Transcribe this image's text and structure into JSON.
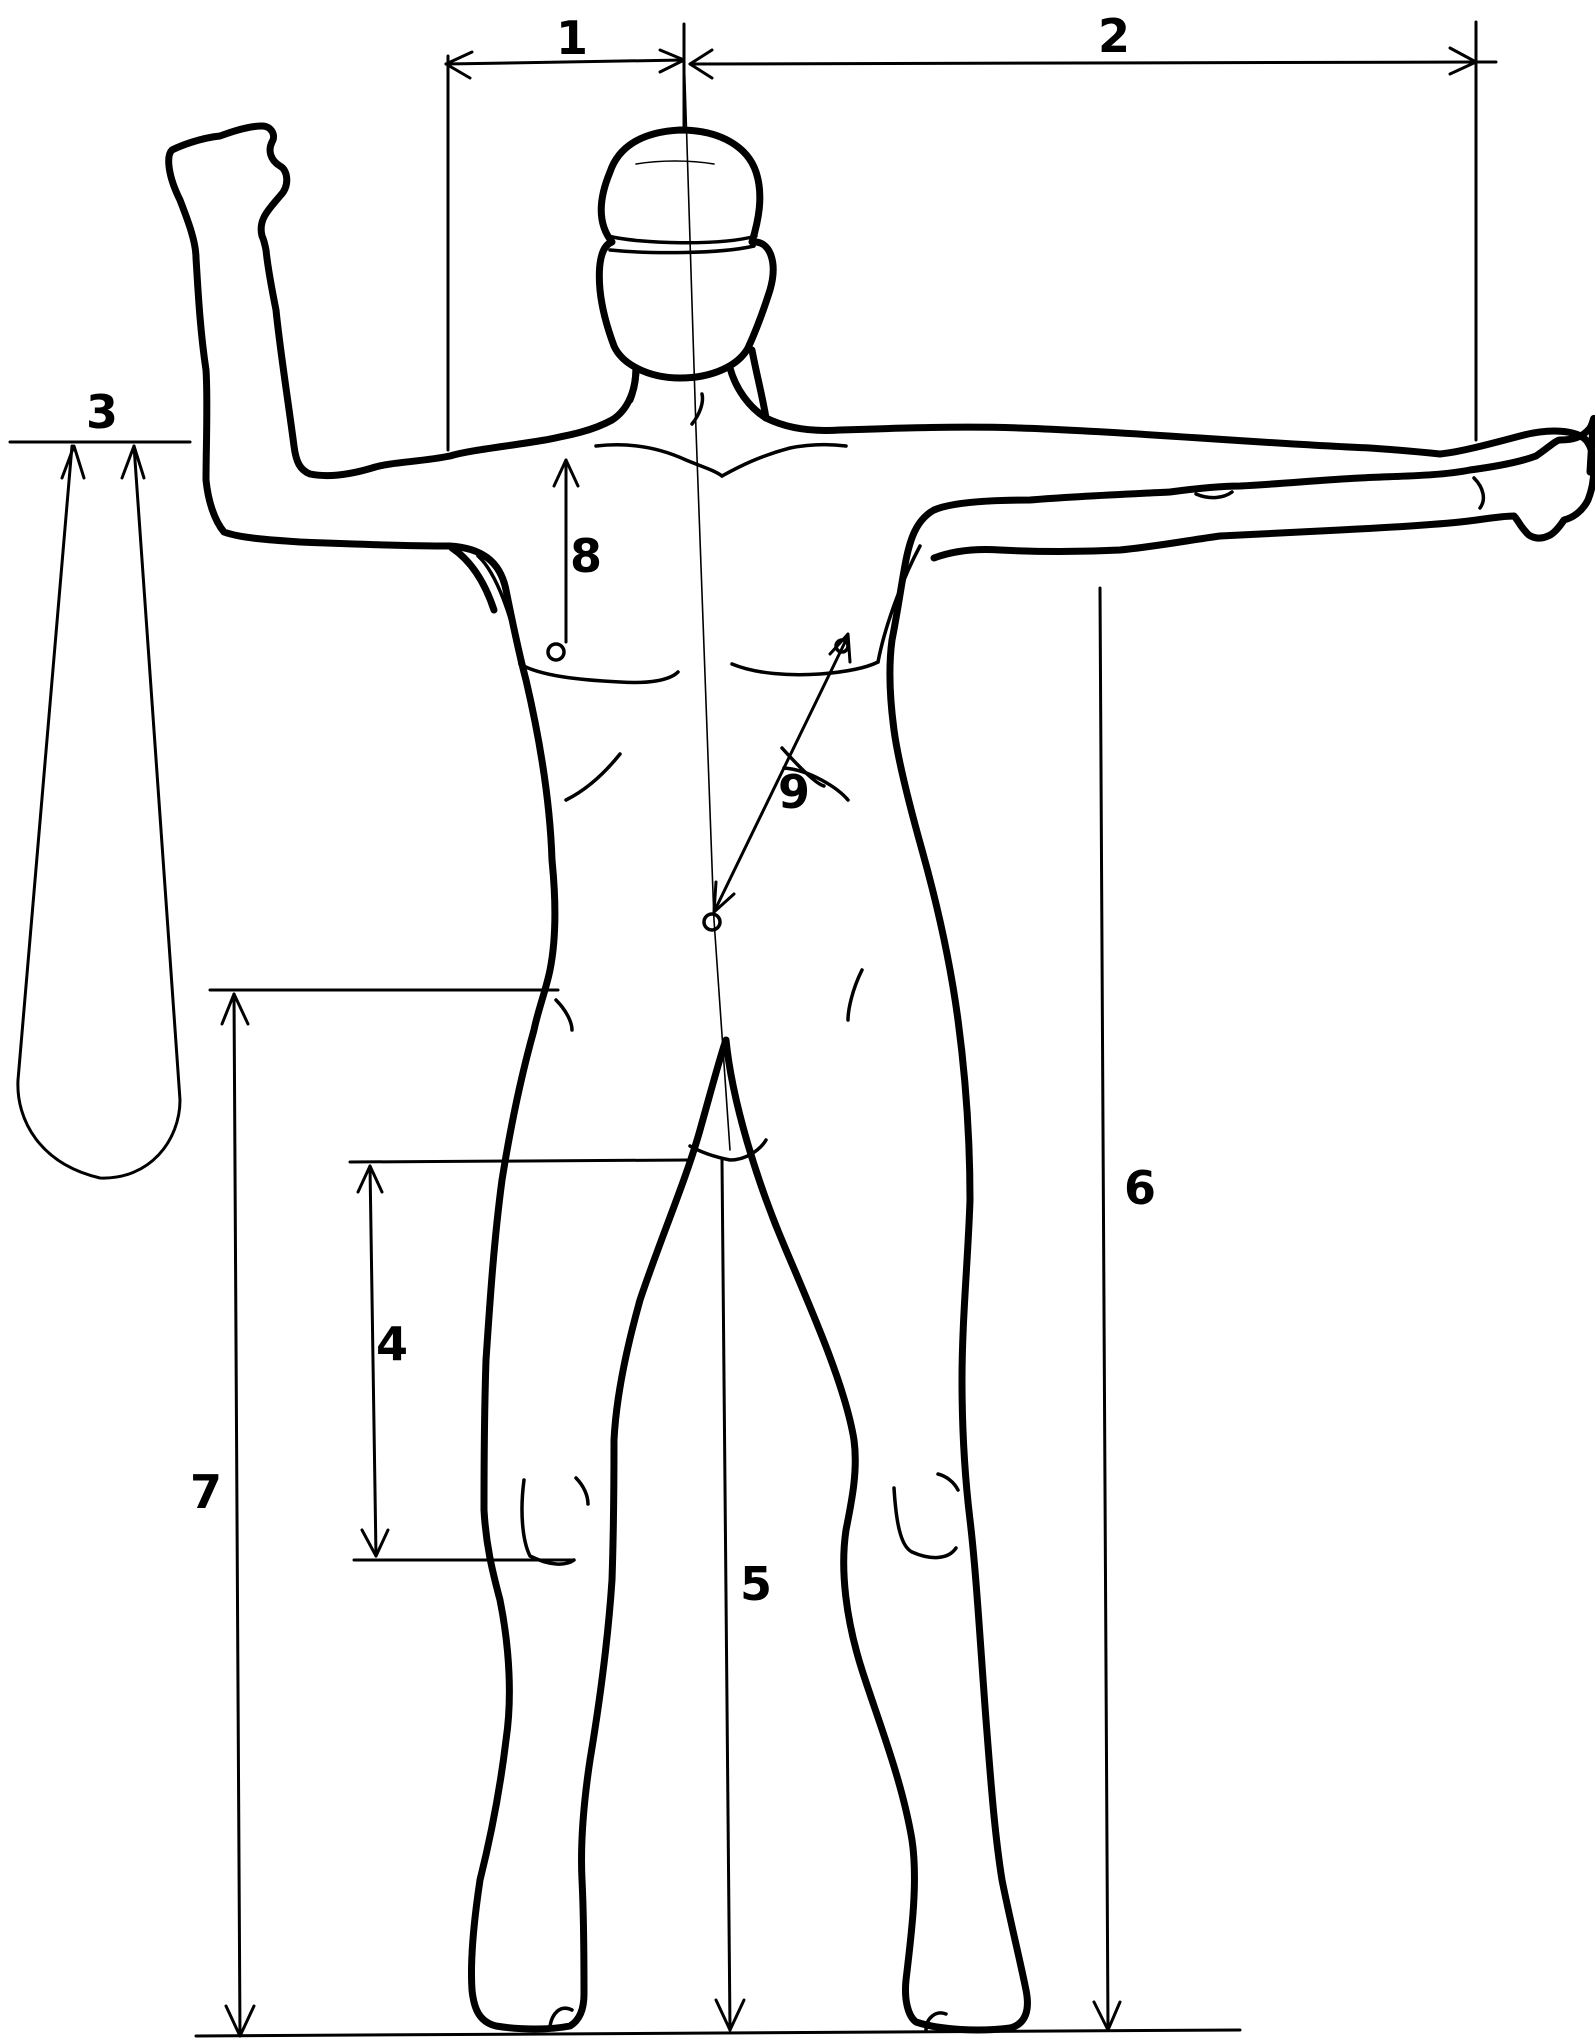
{
  "diagram": {
    "labels": {
      "m1": "1",
      "m2": "2",
      "m3": "3",
      "m4": "4",
      "m5": "5",
      "m6": "6",
      "m7": "7",
      "m8": "8",
      "m9": "9"
    }
  }
}
